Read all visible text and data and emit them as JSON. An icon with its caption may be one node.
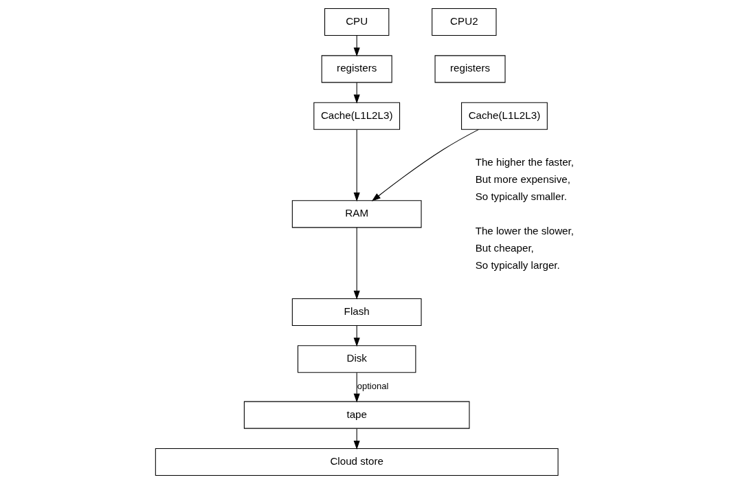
{
  "diagram": {
    "nodes": [
      {
        "text": [
          "CPU"
        ]
      },
      {
        "text": [
          "CPU2"
        ]
      },
      {
        "text": [
          "registers"
        ]
      },
      {
        "text": [
          "registers"
        ]
      },
      {
        "text": [
          "Cache(L1L2L3)"
        ]
      },
      {
        "text": [
          "Cache(L1L2L3)"
        ]
      },
      {
        "text": [
          "RAM"
        ]
      },
      {
        "text": [
          "Flash"
        ]
      },
      {
        "text": [
          "Disk"
        ]
      },
      {
        "text": [
          "tape"
        ]
      },
      {
        "text": [
          "Cloud store"
        ]
      }
    ],
    "edges": [
      {
        "from": 0,
        "to": 2,
        "arrow": "to"
      },
      {
        "from": 2,
        "to": 4,
        "arrow": "to"
      },
      {
        "from": 4,
        "to": 6,
        "arrow": "to"
      },
      {
        "from": 5,
        "to": 6,
        "arrow": "to"
      },
      {
        "from": 6,
        "to": 7,
        "arrow": "to"
      },
      {
        "from": 7,
        "to": 8,
        "arrow": "to"
      },
      {
        "from": 8,
        "to": 9,
        "arrow": "to",
        "label": "optional"
      },
      {
        "from": 9,
        "to": 10,
        "arrow": "to"
      }
    ],
    "labels": [
      "The higher the faster,",
      "But more expensive,",
      "So typically smaller.",
      "The lower the slower,",
      "But cheaper,",
      "So typically larger."
    ]
  }
}
